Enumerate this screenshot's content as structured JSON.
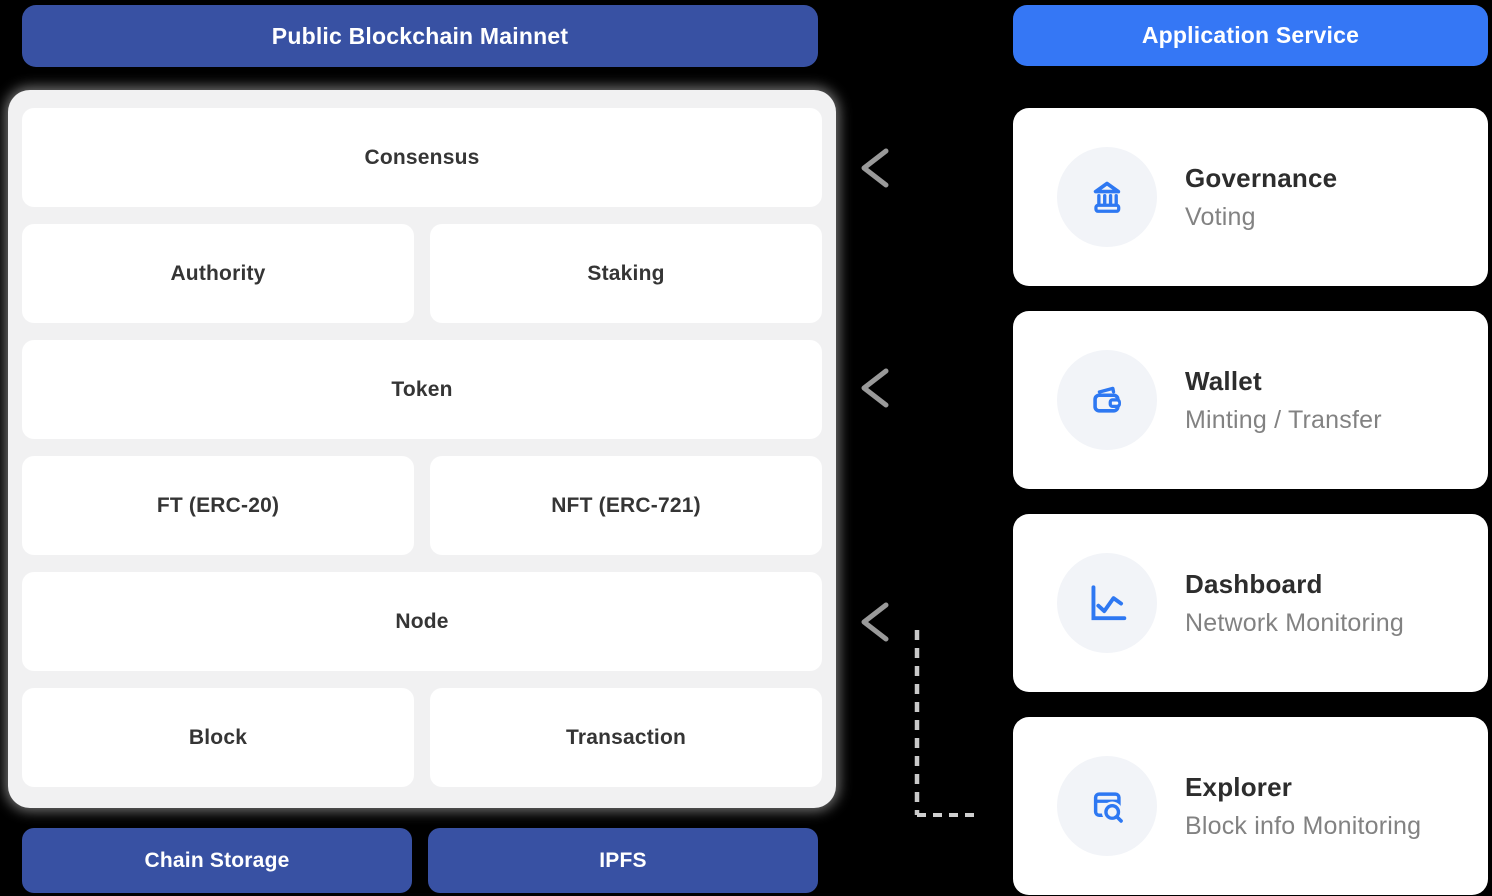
{
  "left_panel": {
    "header": "Public Blockchain Mainnet",
    "rows": [
      {
        "type": "full",
        "items": [
          "Consensus"
        ]
      },
      {
        "type": "split",
        "items": [
          "Authority",
          "Staking"
        ]
      },
      {
        "type": "full",
        "items": [
          "Token"
        ]
      },
      {
        "type": "split",
        "items": [
          "FT (ERC-20)",
          "NFT (ERC-721)"
        ]
      },
      {
        "type": "full",
        "items": [
          "Node"
        ]
      },
      {
        "type": "split",
        "items": [
          "Block",
          "Transaction"
        ]
      }
    ],
    "footer_buttons": [
      "Chain Storage",
      "IPFS"
    ]
  },
  "right_panel": {
    "header": "Application Service",
    "cards": [
      {
        "icon": "bank-icon",
        "title": "Governance",
        "subtitle": "Voting"
      },
      {
        "icon": "wallet-icon",
        "title": "Wallet",
        "subtitle": "Minting / Transfer"
      },
      {
        "icon": "chart-line-icon",
        "title": "Dashboard",
        "subtitle": "Network Monitoring"
      },
      {
        "icon": "browser-search-icon",
        "title": "Explorer",
        "subtitle": "Block info Monitoring"
      }
    ]
  },
  "connectors": {
    "style": "dashed-arrow-left",
    "note": "Governance, Wallet and Dashboard each point to the mainnet panel; Explorer joins the Dashboard arrow via an elbow line"
  },
  "colors": {
    "navy": "#3851a3",
    "blue": "#3577f5",
    "iconblue": "#2e78f2",
    "panelbg": "#f1f1f2",
    "cardbg": "#ffffff",
    "dash": "#c9c9c9",
    "arrowhead": "#9a9a9a",
    "background": "#000000"
  }
}
